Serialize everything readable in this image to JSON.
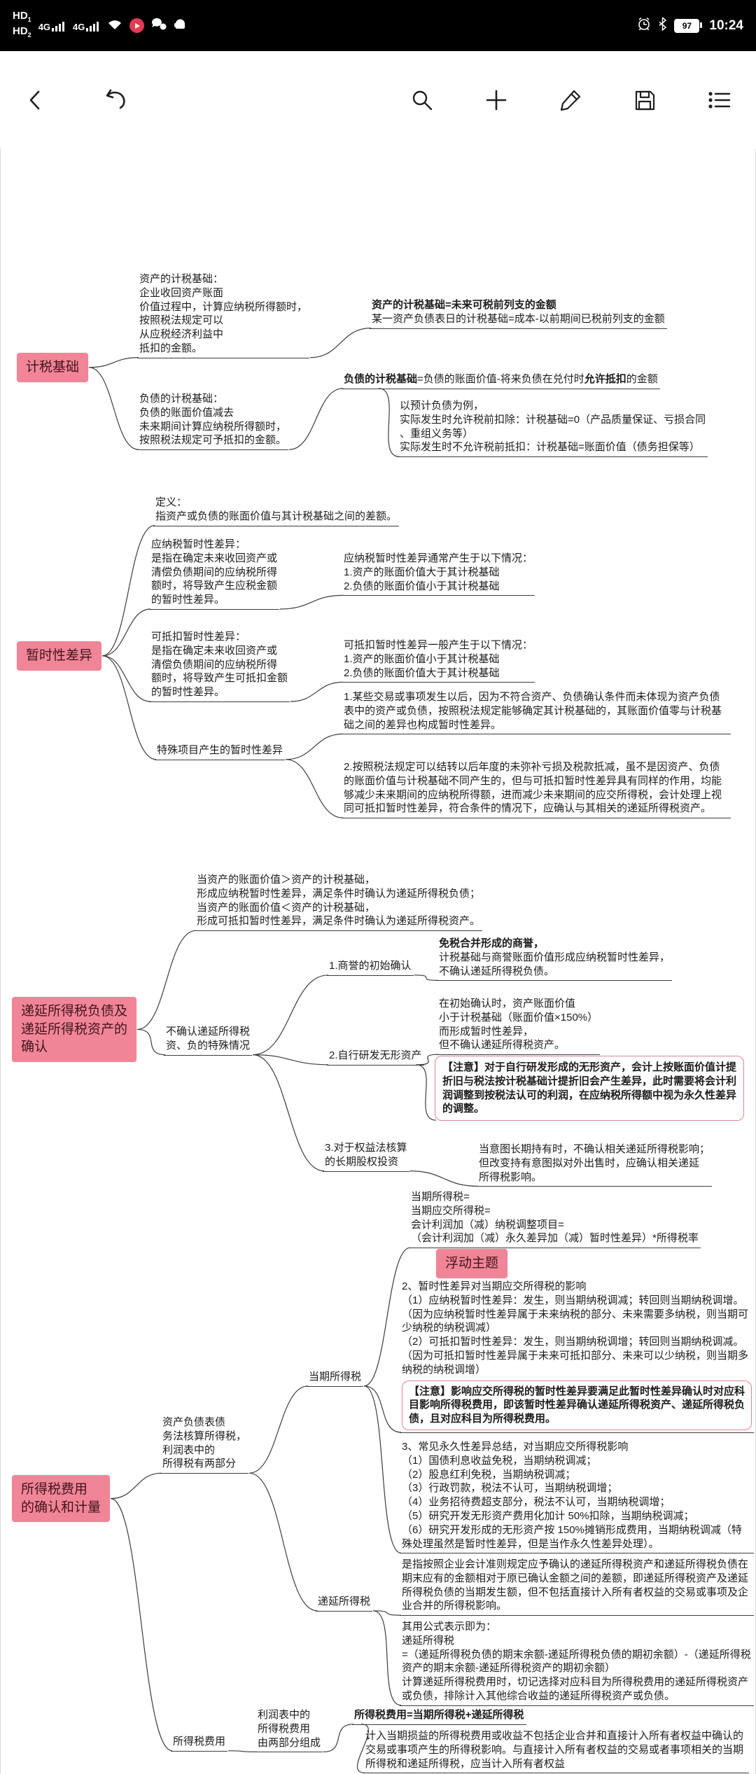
{
  "status_bar": {
    "hd1": "HD",
    "hd1_sub": "1",
    "hd2": "HD",
    "hd2_sub": "2",
    "network1": "4G",
    "network2": "4G",
    "battery_percent": "97",
    "time": "10:24",
    "accent_black": "#000000"
  },
  "map": {
    "boxes": {
      "s1": "计税基础",
      "s2": "暂时性差异",
      "s3": "递延所得税负债及\n递延所得税资产的\n确认",
      "s4": "浮动主题",
      "s5": "所得税费用\n的确认和计量"
    },
    "nodes": {
      "a1": "资产的计税基础：\n企业收回资产账面\n价值过程中，计算应纳税所得额时，\n按照税法规定可以\n从应税经济利益中\n抵扣的金额。",
      "a1c1_b": "资产的计税基础=未来可税前列支的金额",
      "a1c1_t": "\n某一资产负债表日的计税基础=成本-以前期间已税前列支的金额",
      "b1": "负债的计税基础：\n负债的账面价值减去\n未来期间计算应纳税所得额时，\n按照税法规定可予抵扣的金额。",
      "b1c1_b1": "负债的计税基础",
      "b1c1_t1": "=负债的账面价值-将来负债在兑付时",
      "b1c1_b2": "允许抵扣",
      "b1c1_t2": "的金额",
      "b1c1c1": "以预计负债为例，\n实际发生时允许税前扣除：计税基础=0（产品质量保证、亏损合同\n、重组义务等）\n实际发生时不允许税前抵扣：计税基础=账面价值（债务担保等）",
      "d1": "定义：\n指资产或负债的账面价值与其计税基础之间的差额。",
      "d2": "应纳税暂时性差异：\n是指在确定未来收回资产或\n清偿负债期间的应纳税所得\n额时，将导致产生应税金额\n的暂时性差异。",
      "d2c": "应纳税暂时性差异通常产生于以下情况：\n1.资产的账面价值大于其计税基础\n2.负债的账面价值小于其计税基础",
      "d3": "可抵扣暂时性差异：\n是指在确定未来收回资产或\n清偿负债期间的应纳税所得\n额时，将导致产生可抵扣金额\n的暂时性差异。",
      "d3c": "可抵扣暂时性差异一般产生于以下情况：\n1.资产的账面价值小于其计税基础\n2.负债的账面价值大于其计税基础",
      "d4": "特殊项目产生的暂时性差异",
      "d4c1": "1.某些交易或事项发生以后，因为不符合资产、负债确认条件而未体现为资产负债表中的资产或负债，按照税法规定能够确定其计税基础的，其账面价值零与计税基础之间的差异也构成暂时性差异。",
      "d4c2": "2.按照税法规定可以结转以后年度的未弥补亏损及税款抵减，虽不是因资产、负债的账面价值与计税基础不同产生的，但与可抵扣暂时性差异具有同样的作用，均能够减少未来期间的应纳税所得额，进而减少未来期间的应交所得税，会计处理上视同可抵扣暂时性差异，符合条件的情况下，应确认与其相关的递延所得税资产。",
      "e0": "当资产的账面价值＞资产的计税基础，\n形成应纳税暂时性差异，满足条件时确认为递延所得税负债；\n当资产的账面价值＜资产的计税基础，\n形成可抵扣暂时性差异，满足条件时确认为递延所得税资产。",
      "e1": "不确认递延所得税\n资、负的特殊情况",
      "e1a": "1.商誉的初始确认",
      "e1ac_b": "免税合并形成的商誉，",
      "e1ac_t": "\n计税基础与商誉账面价值形成应纳税暂时性差异，\n不确认递延所得税负债。",
      "e1b": "2.自行研发无形资产",
      "e1bc1": "在初始确认时，资产账面价值\n小于计税基础（账面价值×150%）\n而形成暂时性差异，\n但不确认递延所得税资产。",
      "e1bc2": "【注意】对于自行研发形成的无形资产，会计上按账面价值计提折旧与税法按计税基础计提折旧会产生差异，此时需要将会计利润调整到按税法认可的利润，在应纳税所得额中视为永久性差异的调整。",
      "e1c": "3.对于权益法核算\n的长期股权投资",
      "e1cc": "当意图长期持有时，不确认相关递延所得税影响；\n但改变持有意图拟对外出售时，应确认相关递延\n所得税影响。",
      "f1": "资产负债表债\n务法核算所得税，\n利润表中的\n所得税有两部分",
      "f1a": "当期所得税",
      "f1ac1": "当期所得税=\n当期应交所得税=\n会计利润加（减）纳税调整项目=\n（会计利润加（减）永久差异加（减）暂时性差异）*所得税率",
      "f1ac2": "2、暂时性差异对当期应交所得税的影响\n（1）应纳税暂时性差异：发生，则当期纳税调减；转回则当期纳税调增。\n（因为应纳税暂时性差异属于未来纳税的部分、未来需要多纳税，则当期可少纳税的纳税调减）\n（2）可抵扣暂时性差异：发生，则当期纳税调增；转回则当期纳税调减。\n（因为可抵扣暂时性差异属于未来可抵扣部分、未来可以少纳税，则当期多纳税的纳税调增）",
      "f1ac2_note": "【注意】影响应交所得税的暂时性差异要满足此暂时性差异确认时对应科目影响所得税费用，即该暂时性差异确认递延所得税资产、递延所得税负债，且对应科目为所得税费用。",
      "f1ac3": "3、常见永久性差异总结，对当期应交所得税影响\n（1）国债利息收益免税，当期纳税调减；\n（2）股息红利免税，当期纳税调减；\n（3）行政罚款，税法不认可，当期纳税调增；\n（4）业务招待费超支部分，税法不认可，当期纳税调增；\n（5）研究开发无形资产费用化加计 50%扣除，当期纳税调减；\n（6）研究开发形成的无形资产按 150%摊销形成费用，当期纳税调减（特殊处理虽然是暂时性差异，但是当作永久性差异处理）。",
      "f1b": "递延所得税",
      "f1bc1": "是指按照企业会计准则规定应予确认的递延所得税资产和递延所得税负债在期末应有的金额相对于原已确认金额之间的差额，即递延所得税资产及递延所得税负债的当期发生额，但不包括直接计入所有者权益的交易或事项及企业合并的所得税影响。",
      "f1bc2": "其用公式表示即为：\n递延所得税\n=（递延所得税负债的期末余额-递延所得税负债的期初余额）-（递延所得税资产的期末余额-递延所得税资产的期初余额）\n计算递延所得税费用时，切记选择对应科目为所得税费用的递延所得税资产或负债，排除计入其他综合收益的递延所得税资产或负债。",
      "f2": "所得税费用",
      "f2a": "利润表中的\n所得税费用\n由两部分组成",
      "f2ac": "所得税费用=当期所得税+递延所得税",
      "f2acc": "计入当期损益的所得税费用或收益不包括企业合并和直接计入所有者权益中确认的交易或事项产生的所得税影响。与直接计入所有者权益的交易或者事项相关的当期所得税和递延所得税，应当计入所有者权益"
    },
    "links": [
      [
        "s1",
        "a1"
      ],
      [
        "s1",
        "b1"
      ],
      [
        "a1",
        "a1c1"
      ],
      [
        "b1",
        "b1c1"
      ],
      [
        "b1c1",
        "b1c1c1"
      ],
      [
        "s2",
        "d1"
      ],
      [
        "s2",
        "d2"
      ],
      [
        "s2",
        "d3"
      ],
      [
        "s2",
        "d4"
      ],
      [
        "d2",
        "d2c"
      ],
      [
        "d3",
        "d3c"
      ],
      [
        "d4",
        "d4c1"
      ],
      [
        "d4",
        "d4c2"
      ],
      [
        "s3",
        "e0"
      ],
      [
        "s3",
        "e1"
      ],
      [
        "e1",
        "e1a"
      ],
      [
        "e1",
        "e1b"
      ],
      [
        "e1",
        "e1c"
      ],
      [
        "e1a",
        "e1ac"
      ],
      [
        "e1b",
        "e1bc1"
      ],
      [
        "e1b",
        "e1bc2"
      ],
      [
        "e1c",
        "e1cc"
      ],
      [
        "s5",
        "f1"
      ],
      [
        "s5",
        "f2"
      ],
      [
        "f1",
        "f1a"
      ],
      [
        "f1",
        "f1b"
      ],
      [
        "f1a",
        "f1ac1"
      ],
      [
        "f1a",
        "f1ac2"
      ],
      [
        "f1a",
        "f1ac3"
      ],
      [
        "f1b",
        "f1bc1"
      ],
      [
        "f1b",
        "f1bc2"
      ],
      [
        "f2",
        "f2a"
      ],
      [
        "f2a",
        "f2ac"
      ],
      [
        "f2ac",
        "f2acc"
      ]
    ],
    "colors": {
      "topic_fill": "#f08598",
      "topic_text": "#43141d",
      "line": "#3c3c3c",
      "callout_border": "#dd8494"
    }
  }
}
